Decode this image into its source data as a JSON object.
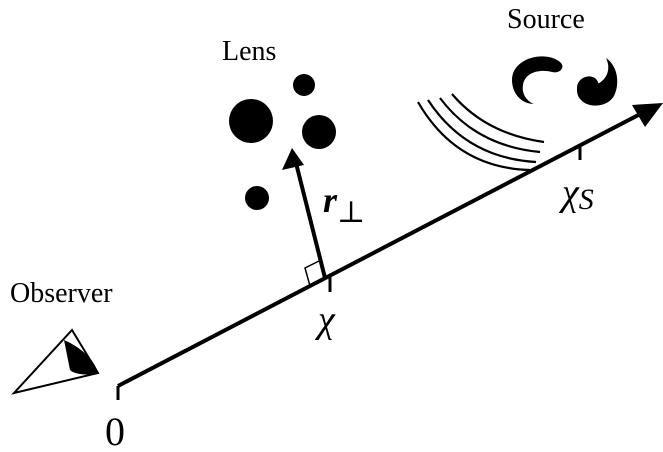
{
  "labels": {
    "observer": "Observer",
    "lens": "Lens",
    "source": "Source",
    "origin": "0",
    "chi": "χ",
    "chi_s": "χ",
    "chi_s_sub": "S",
    "r_perp": "r",
    "r_perp_sub": "⊥"
  },
  "colors": {
    "ink": "#000000",
    "background": "#ffffff"
  },
  "icons": {
    "observer": "eye-icon",
    "lens": "lens-mass-clumps",
    "source": "galaxy-source-icon",
    "waves": "light-wavefront-arcs"
  }
}
